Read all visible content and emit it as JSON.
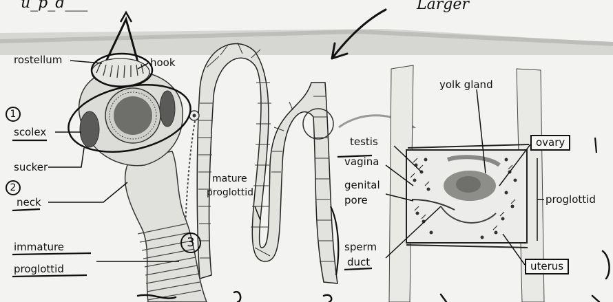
{
  "annotation": {
    "top_left_scrawl": "u_p_d___",
    "larger": "Larger",
    "num1": "1",
    "num2": "2",
    "num3": "3"
  },
  "labels": {
    "rostellum": "rostellum",
    "hook": "hook",
    "scolex": "scolex",
    "sucker": "sucker",
    "neck": "neck",
    "immature_proglottid_line1": "immature",
    "immature_proglottid_line2": "proglottid",
    "mature_proglottid_line1": "mature",
    "mature_proglottid_line2": "proglottid",
    "yolk_gland": "yolk gland",
    "testis": "testis",
    "vagina": "vagina",
    "genital_pore_line1": "genital",
    "genital_pore_line2": "pore",
    "sperm_duct_line1": "sperm",
    "sperm_duct_line2": "duct",
    "ovary": "ovary",
    "proglottid": "proglottid",
    "uterus": "uterus"
  },
  "colors": {
    "ink": "#111111",
    "worm_fill": "#d9d9d6",
    "sucker_dark": "#555555",
    "organ": "#8a8a86",
    "paper": "#f3f3f1",
    "band": "#cfcfcc"
  }
}
